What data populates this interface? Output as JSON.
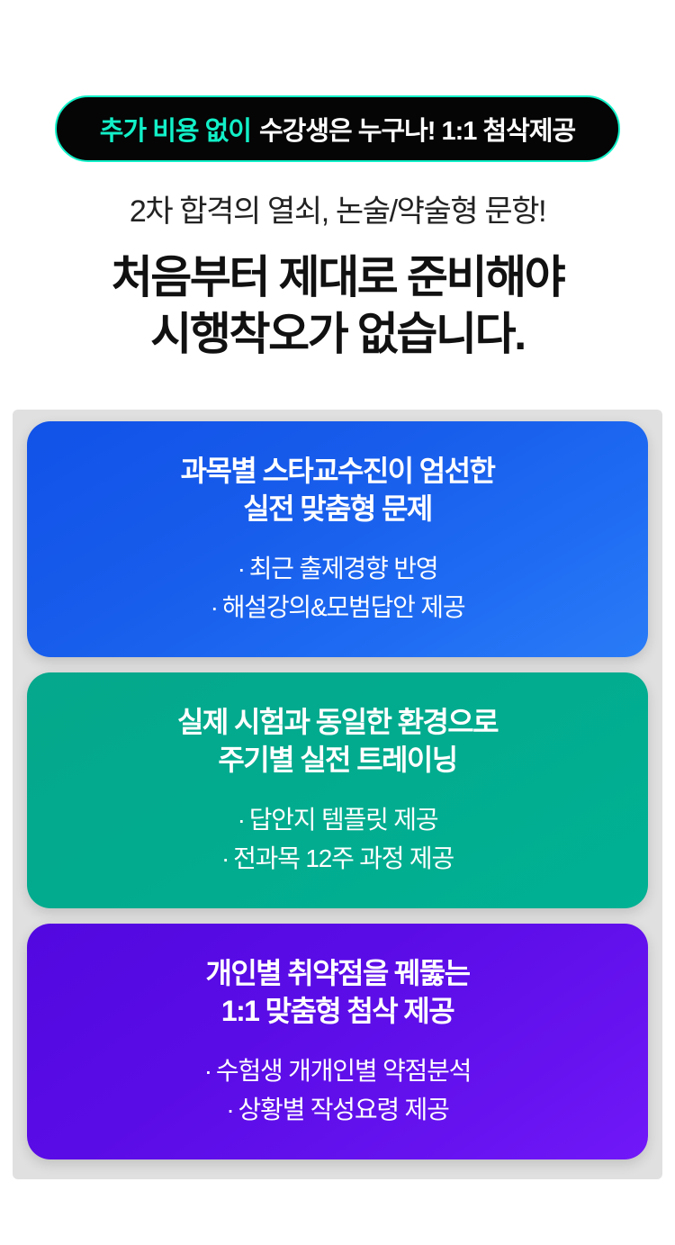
{
  "theme": {
    "page_background": "#ffffff",
    "band_background": "#e0e0e0",
    "accent_mint": "#12f0c8",
    "badge_background": "#050505",
    "heading_color": "#111111",
    "card_text_color": "#ffffff"
  },
  "badge": {
    "accent_text": "추가 비용 없이",
    "rest_text": "수강생은 누구나! 1:1 첨삭제공"
  },
  "heading": {
    "sub": "2차 합격의 열쇠, 논술/약술형 문항!",
    "main_line1": "처음부터 제대로 준비해야",
    "main_line2": "시행착오가 없습니다."
  },
  "cards": [
    {
      "id": "card-curated-problems",
      "color_name": "blue",
      "gradient_from": "#1152e8",
      "gradient_to": "#2a7bf7",
      "title_line1": "과목별 스타교수진이 엄선한",
      "title_line2": "실전 맞춤형 문제",
      "bullet": "·",
      "items": [
        "최근 출제경향 반영",
        "해설강의&모범답안 제공"
      ]
    },
    {
      "id": "card-real-exam-training",
      "color_name": "green",
      "gradient_from": "#05a88c",
      "gradient_to": "#00b193",
      "title_line1": "실제 시험과 동일한 환경으로",
      "title_line2": "주기별 실전 트레이닝",
      "bullet": "·",
      "items": [
        "답안지 템플릿 제공",
        "전과목 12주 과정 제공"
      ]
    },
    {
      "id": "card-personal-feedback",
      "color_name": "purple",
      "gradient_from": "#5208e0",
      "gradient_to": "#7118f8",
      "title_line1": "개인별 취약점을 꿰뚫는",
      "title_line2": "1:1 맞춤형 첨삭 제공",
      "bullet": "·",
      "items": [
        "수험생 개개인별 약점분석",
        "상황별 작성요령 제공"
      ]
    }
  ]
}
